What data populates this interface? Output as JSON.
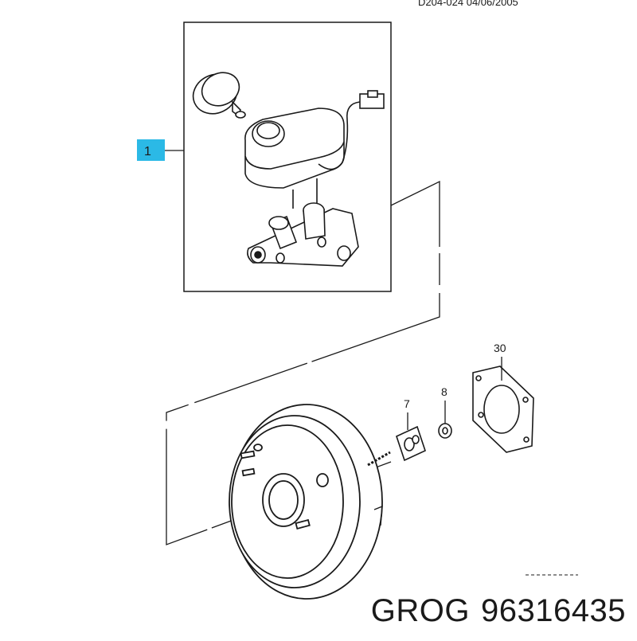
{
  "header": {
    "drawing_ref": "D204-024  04/06/2005"
  },
  "callouts": {
    "master_cylinder": "1",
    "gasket": "30",
    "clevis": "7",
    "nut": "8"
  },
  "caption": {
    "brand": "GROG",
    "part_number": "96316435"
  },
  "colors": {
    "highlight": "#2bb9e6",
    "line": "#1a1a1a",
    "background": "#ffffff"
  }
}
